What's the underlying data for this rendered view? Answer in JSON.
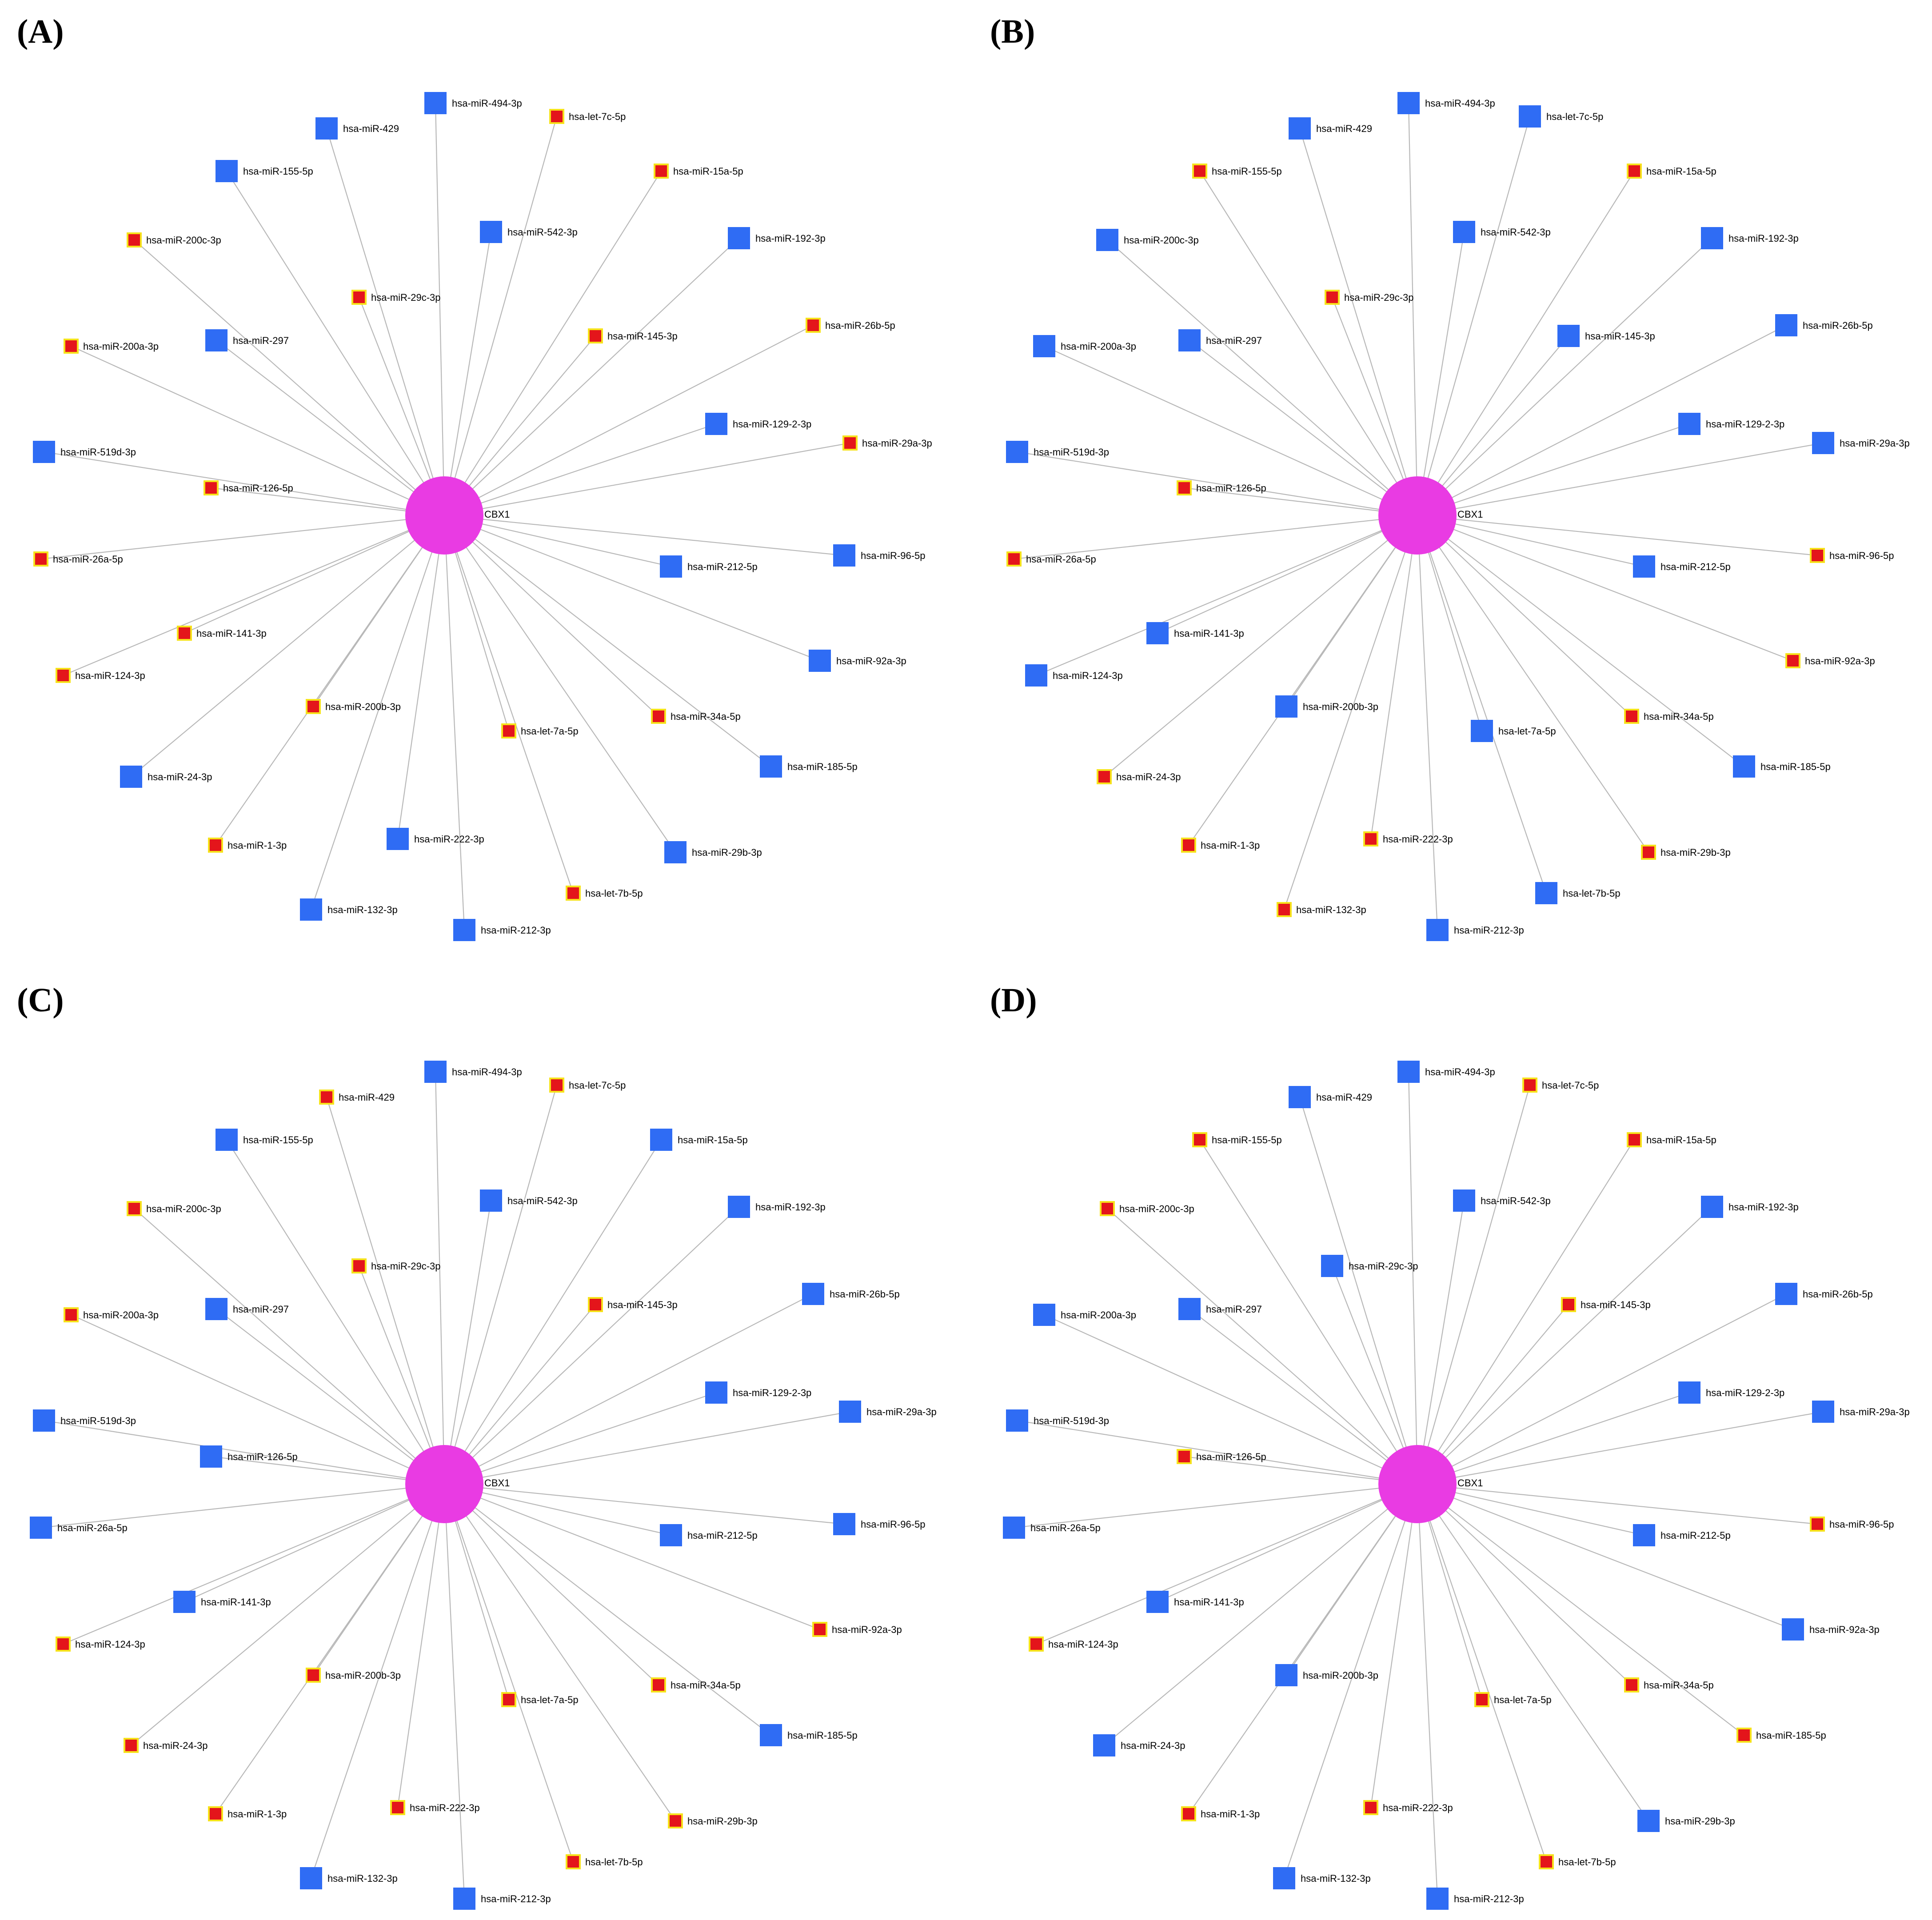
{
  "colors": {
    "hub": "#e93be3",
    "blue_node": "#2f6cf4",
    "red_node_fill": "#e4151b",
    "red_node_border": "#f6e21a",
    "edge": "#b8b8b8",
    "text": "#000000"
  },
  "node_names": [
    "hsa-miR-494-3p",
    "hsa-miR-429",
    "hsa-let-7c-5p",
    "hsa-miR-155-5p",
    "hsa-miR-15a-5p",
    "hsa-miR-542-3p",
    "hsa-miR-200c-3p",
    "hsa-miR-192-3p",
    "hsa-miR-29c-3p",
    "hsa-miR-297",
    "hsa-miR-145-3p",
    "hsa-miR-26b-5p",
    "hsa-miR-200a-3p",
    "hsa-miR-129-2-3p",
    "hsa-miR-29a-3p",
    "hsa-miR-519d-3p",
    "hsa-miR-126-5p",
    "hsa-miR-26a-5p",
    "hsa-miR-96-5p",
    "hsa-miR-212-5p",
    "hsa-miR-141-3p",
    "hsa-miR-92a-3p",
    "hsa-miR-124-3p",
    "hsa-miR-200b-3p",
    "hsa-miR-34a-5p",
    "hsa-let-7a-5p",
    "hsa-miR-185-5p",
    "hsa-miR-24-3p",
    "hsa-miR-1-3p",
    "hsa-miR-222-3p",
    "hsa-miR-29b-3p",
    "hsa-let-7b-5p",
    "hsa-miR-132-3p",
    "hsa-miR-212-3p"
  ],
  "panels": [
    {
      "label": "(A)",
      "hub": "CBX1",
      "node_types": [
        "blue",
        "blue",
        "red",
        "blue",
        "red",
        "blue",
        "red",
        "blue",
        "red",
        "blue",
        "red",
        "red",
        "red",
        "blue",
        "red",
        "blue",
        "red",
        "red",
        "blue",
        "blue",
        "red",
        "blue",
        "red",
        "red",
        "red",
        "red",
        "blue",
        "blue",
        "red",
        "blue",
        "blue",
        "red",
        "blue",
        "blue"
      ]
    },
    {
      "label": "(B)",
      "hub": "CBX1",
      "node_types": [
        "blue",
        "blue",
        "blue",
        "red",
        "red",
        "blue",
        "blue",
        "blue",
        "red",
        "blue",
        "blue",
        "blue",
        "blue",
        "blue",
        "blue",
        "blue",
        "red",
        "red",
        "red",
        "blue",
        "blue",
        "red",
        "blue",
        "blue",
        "red",
        "blue",
        "blue",
        "red",
        "red",
        "red",
        "red",
        "blue",
        "red",
        "blue"
      ]
    },
    {
      "label": "(C)",
      "hub": "CBX1",
      "node_types": [
        "blue",
        "red",
        "red",
        "blue",
        "blue",
        "blue",
        "red",
        "blue",
        "red",
        "blue",
        "red",
        "blue",
        "red",
        "blue",
        "blue",
        "blue",
        "blue",
        "blue",
        "blue",
        "blue",
        "blue",
        "red",
        "red",
        "red",
        "red",
        "red",
        "blue",
        "red",
        "red",
        "red",
        "red",
        "red",
        "blue",
        "blue"
      ]
    },
    {
      "label": "(D)",
      "hub": "CBX1",
      "node_types": [
        "blue",
        "blue",
        "red",
        "red",
        "red",
        "blue",
        "red",
        "blue",
        "blue",
        "blue",
        "red",
        "blue",
        "blue",
        "blue",
        "blue",
        "blue",
        "red",
        "blue",
        "red",
        "blue",
        "blue",
        "blue",
        "red",
        "blue",
        "red",
        "red",
        "red",
        "blue",
        "red",
        "red",
        "blue",
        "red",
        "blue",
        "blue"
      ]
    }
  ]
}
